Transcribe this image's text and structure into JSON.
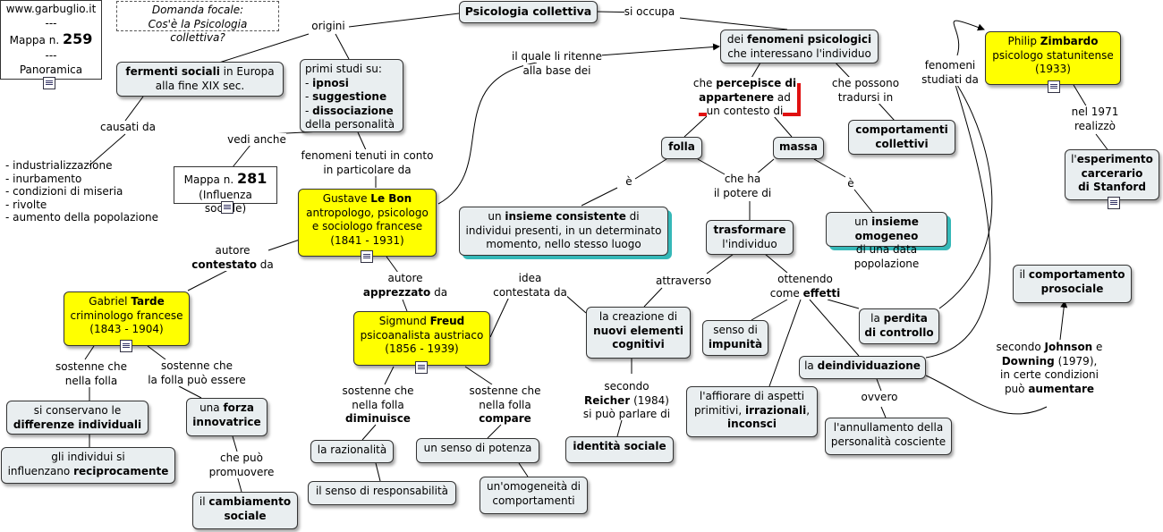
{
  "header": {
    "site": "www.garbuglio.it",
    "sep": "---",
    "map_prefix": "Mappa n.",
    "map_number": "259",
    "view": "Panoramica"
  },
  "focal": {
    "line1": "Domanda focale:",
    "line2": "Cos'è la Psicologia collettiva?"
  },
  "nodes": {
    "psicologia": "Psicologia collettiva",
    "fermenti_b": "fermenti sociali",
    "fermenti_t1": " in Europa",
    "fermenti_t2": "alla fine XIX sec.",
    "primi_1": "primi studi su:",
    "primi_2": "- ",
    "primi_2b": "ipnosi",
    "primi_3b": "suggestione",
    "primi_4b": "dissociazione",
    "primi_5": "della personalità",
    "cause_list": [
      "- industrializzazione",
      "- inurbamento",
      "- condizioni di miseria",
      "- rivolte",
      "- aumento della popolazione"
    ],
    "mappa281_prefix": "Mappa n.",
    "mappa281_num": "281",
    "mappa281_sub": "(Influenza sociale)",
    "lebon_1": "Gustave ",
    "lebon_b": "Le Bon",
    "lebon_2": "antropologo, psicologo",
    "lebon_3": "e sociologo francese",
    "lebon_4": "(1841 - 1931)",
    "fenomeni_t": "dei ",
    "fenomeni_b": "fenomeni psicologici",
    "fenomeni_2": "che interessano l'individuo",
    "zimbardo_b": "Zimbardo",
    "zimbardo_1": "Philip ",
    "zimbardo_2": "psicologo statunitense",
    "zimbardo_3": "(1933)",
    "esperimento_1": "l'",
    "esperimento_b1": "esperimento",
    "esperimento_b2": "carcerario",
    "esperimento_b3": "di Stanford",
    "comportamenti_b1": "comportamenti",
    "comportamenti_b2": "collettivi",
    "folla": "folla",
    "massa": "massa",
    "insieme_cons_1": "un ",
    "insieme_cons_b": "insieme consistente",
    "insieme_cons_2": " di",
    "insieme_cons_3": "individui presenti, in un determinato",
    "insieme_cons_4": "momento, nello stesso luogo",
    "insieme_omo_1": "un ",
    "insieme_omo_b": "insieme omogeneo",
    "insieme_omo_2": "di una data popolazione",
    "trasformare_b": "trasformare",
    "trasformare_2": "l'individuo",
    "tarde_1": "Gabriel ",
    "tarde_b": "Tarde",
    "tarde_2": "criminologo francese",
    "tarde_3": "(1843 - 1904)",
    "freud_1": "Sigmund ",
    "freud_b": "Freud",
    "freud_2": "psicoanalista austriaco",
    "freud_3": "(1856 - 1939)",
    "creazione_1": "la creazione di",
    "creazione_b1": "nuovi elementi",
    "creazione_b2": "cognitivi",
    "impunita_1": "senso di",
    "impunita_b": "impunità",
    "perdita_1": "la ",
    "perdita_b1": "perdita",
    "perdita_b2": "di controllo",
    "prosociale_1": "il ",
    "prosociale_b1": "comportamento",
    "prosociale_b2": "prosociale",
    "deind_1": "la ",
    "deind_b": "deindividuazione",
    "differenze_1": "si conservano le",
    "differenze_b": "differenze individuali",
    "forza_1": "una ",
    "forza_b1": "forza",
    "forza_b2": "innovatrice",
    "reciproc_1": "gli individui si",
    "reciproc_2": "influenzano ",
    "reciproc_b": "reciprocamente",
    "razionalita": "la razionalità",
    "responsabilita": "il senso di responsabilità",
    "potenza": "un senso di potenza",
    "omogeneita_1": "un'omogeneità di",
    "omogeneita_2": "comportamenti",
    "identita": "identità sociale",
    "affiorare_1": "l'affiorare di aspetti",
    "affiorare_2": "primitivi, ",
    "affiorare_b1": "irrazionali",
    "affiorare_2b": ",",
    "affiorare_b2": "inconsci",
    "annullamento_1": "l'annullamento della",
    "annullamento_2": "personalità cosciente",
    "cambiamento_1": "il ",
    "cambiamento_b1": "cambiamento",
    "cambiamento_b2": "sociale"
  },
  "labels": {
    "origini": "origini",
    "si_occupa": "si occupa",
    "quale_1": "il quale li ritenne",
    "quale_2": "alla base dei",
    "causati": "causati da",
    "vedi_anche": "vedi anche",
    "fen_tenuti_1": "fenomeni tenuti in conto",
    "fen_tenuti_2": "in particolare da",
    "percep_1": "che ",
    "percep_b1": "percepisce di",
    "percep_b2": "appartenere",
    "percep_2": " ad",
    "percep_3": "un contesto di",
    "possono_1": "che possono",
    "possono_2": "tradursi in",
    "fen_studiati_1": "fenomeni",
    "fen_studiati_2": "studiati da",
    "nel1971_1": "nel 1971",
    "nel1971_2": "realizzò",
    "e1": "è",
    "e2": "è",
    "che_ha_1": "che ha",
    "che_ha_2": "il potere di",
    "autore_cont_1": "autore",
    "autore_cont_b": "contestato",
    "autore_cont_2": " da",
    "autore_appr_1": "autore",
    "autore_appr_b": "apprezzato",
    "autore_appr_2": " da",
    "idea_1": "idea",
    "idea_2": "contestata da",
    "attraverso": "attraverso",
    "ottenendo_1": "ottenendo",
    "ottenendo_2": "come ",
    "ottenendo_b": "effetti",
    "sostenne_folla_1": "sostenne che",
    "sostenne_folla_2": "nella folla",
    "sostenne_puo_1": "sostenne che",
    "sostenne_puo_2": "la folla può essere",
    "sostenne_dim_1": "sostenne che",
    "sostenne_dim_2": "nella folla",
    "sostenne_dim_b": "diminuisce",
    "sostenne_comp_1": "sostenne che",
    "sostenne_comp_2": "nella folla",
    "sostenne_comp_b": "compare",
    "secondo_1": "secondo",
    "secondo_b": "Reicher",
    "secondo_2": " (1984)",
    "secondo_3": "si può parlare di",
    "johnson_1": "secondo ",
    "johnson_b1": "Johnson",
    "johnson_2": " e",
    "johnson_b2": "Downing",
    "johnson_3": " (1979),",
    "johnson_4": "in certe condizioni",
    "johnson_5": "può ",
    "johnson_b3": "aumentare",
    "ovvero": "ovvero",
    "che_puo_1": "che può",
    "che_puo_2": "promuovere"
  },
  "colors": {
    "concept": "#e9eef0",
    "person": "#ffff00",
    "highlight_line": "#e01010",
    "teal_shadow": "#35b8b8"
  }
}
